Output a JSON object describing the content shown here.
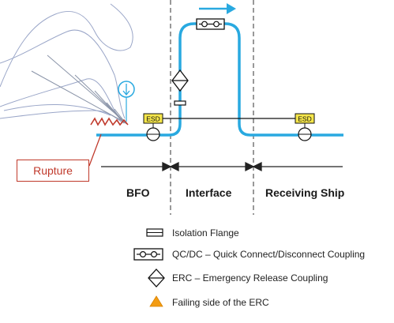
{
  "labels": {
    "rupture": "Rupture",
    "esd": "ESD",
    "zone_bfo": "BFO",
    "zone_interface": "Interface",
    "zone_receiving": "Receiving Ship"
  },
  "legend": {
    "isolation_flange": "Isolation Flange",
    "qc_dc": "QC/DC – Quick Connect/Disconnect Coupling",
    "erc": "ERC – Emergency Release Coupling",
    "failing_side": "Failing side of the ERC"
  },
  "colors": {
    "pipe": "#29a9e0",
    "esd_fill": "#f5e64a",
    "rupture": "#c0392b",
    "failing_triangle": "#f39c12",
    "divider": "#999999",
    "wave": "#9aa6c8"
  }
}
